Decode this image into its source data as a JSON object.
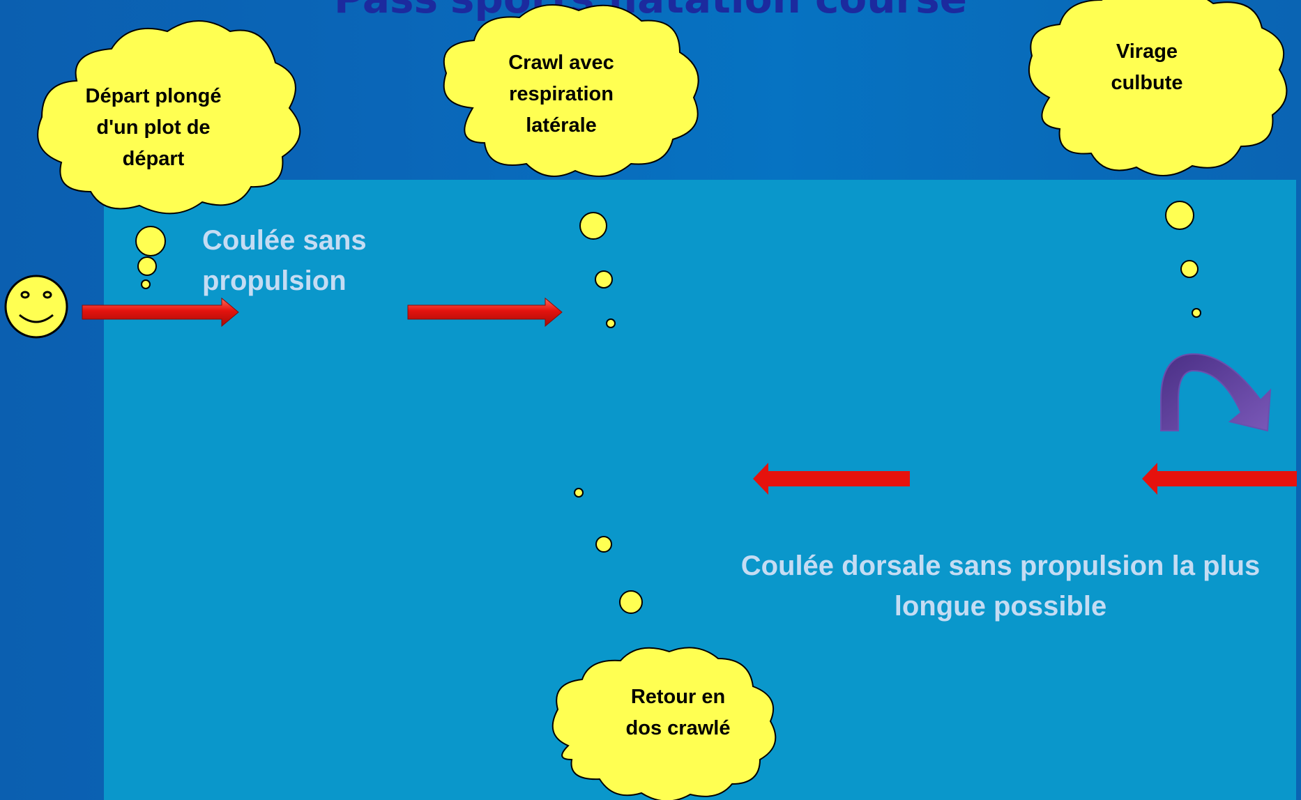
{
  "title": "Pass'sports natation course",
  "clouds": {
    "start": "Départ plongé d'un plot de départ",
    "crawl": "Crawl avec respiration latérale",
    "turn": "Virage culbute",
    "back": "Retour en dos crawlé"
  },
  "labels": {
    "glide": "Coulée sans propulsion",
    "dorsal_glide": "Coulée dorsale sans propulsion la plus longue possible"
  },
  "colors": {
    "background": "#0b66b6",
    "pool": "#0a97cb",
    "cloud": "#ffff52",
    "arrow": "#e0140f",
    "turn_arrow": "#5b3a96",
    "title": "#1c2a9e",
    "label": "#c5dcf3"
  }
}
